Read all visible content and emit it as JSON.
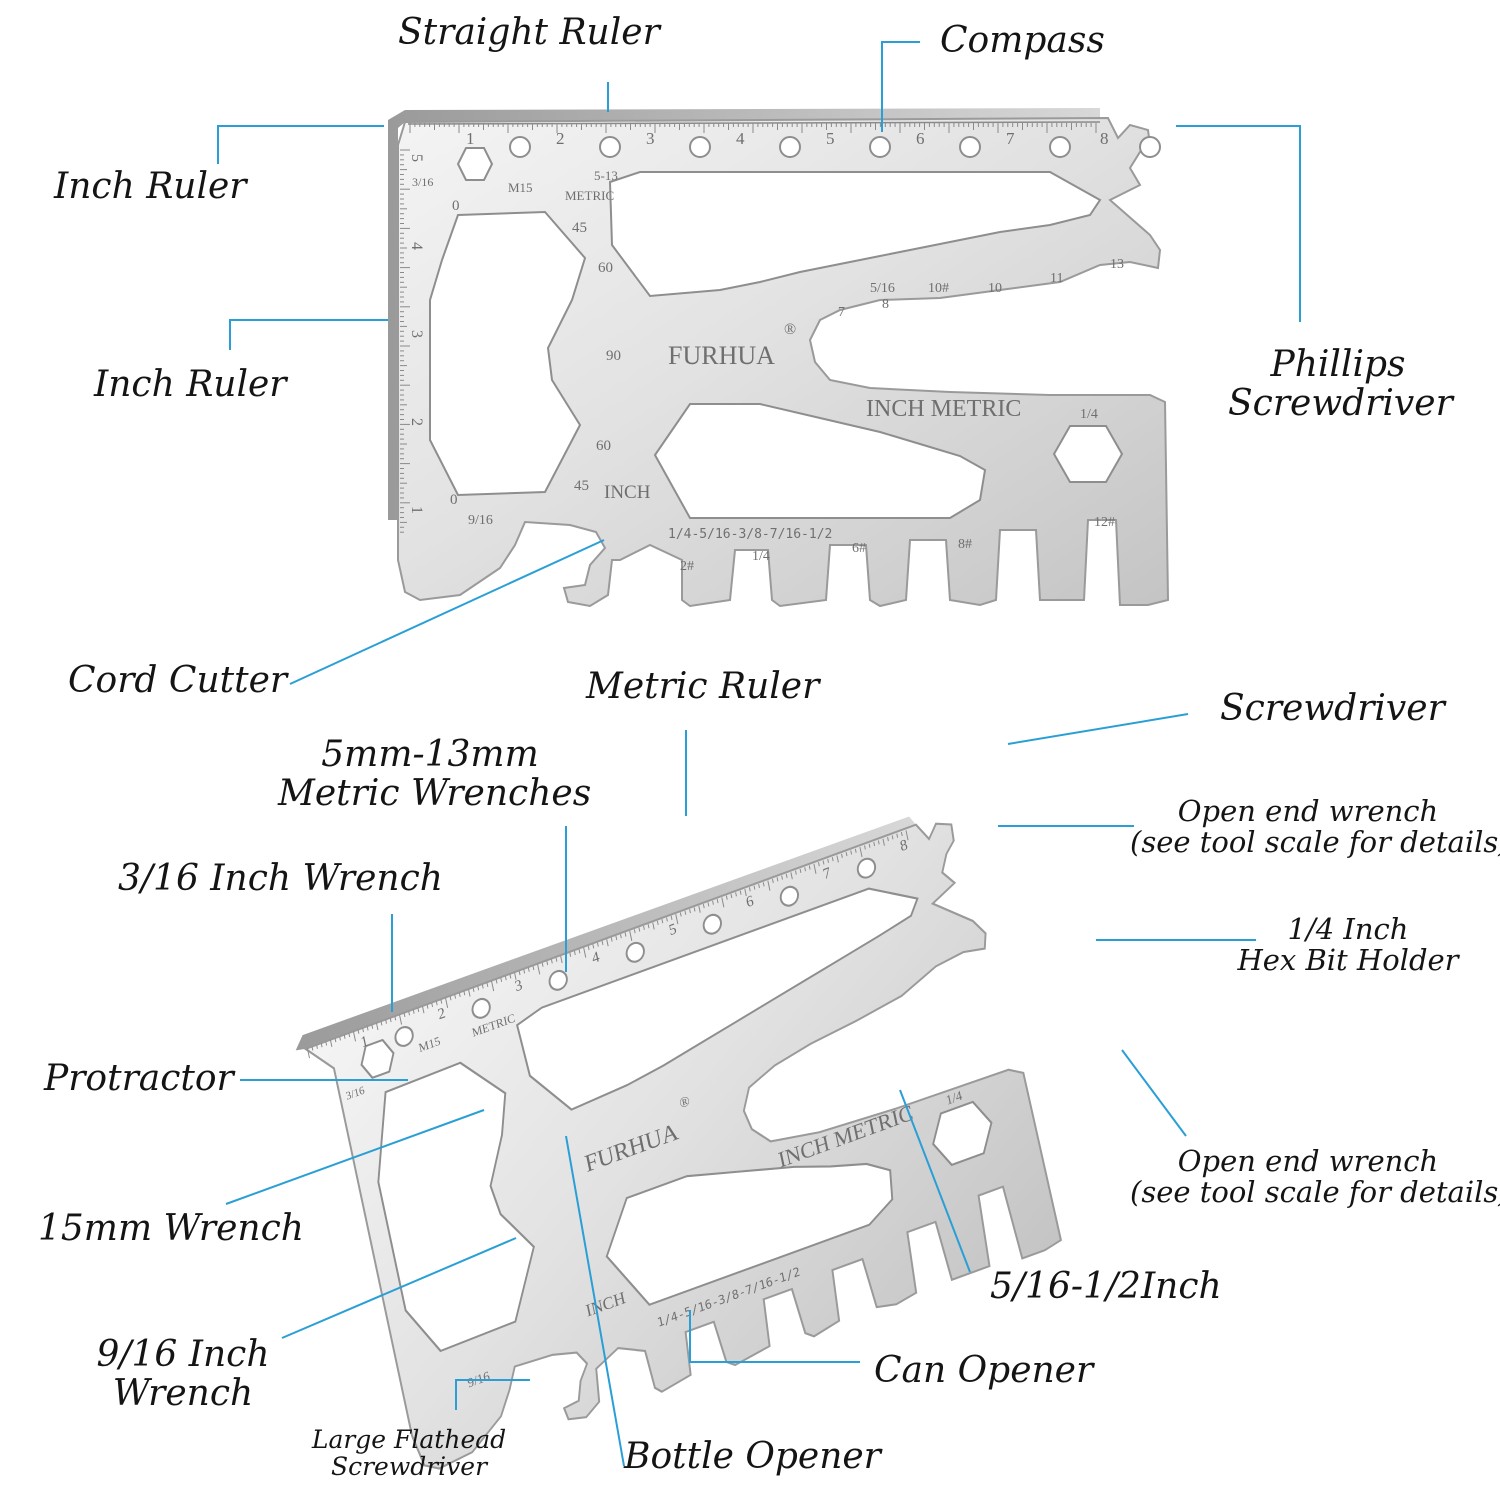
{
  "colors": {
    "leader": "#2a9fd6",
    "metal_light": "#eeeeee",
    "metal_mid": "#c9c9c9",
    "metal_dark": "#8c8c8c",
    "text": "#141414"
  },
  "card_engravings": {
    "brand": "FURHUA",
    "registered": "®",
    "inch_metric": "INCH METRIC",
    "inch": "INCH",
    "metric": "METRIC",
    "metric_range": "5-13",
    "m15": "M15",
    "sizes_row": "1/4-5/16-3/8-7/16-1/2",
    "quarter": "1/4",
    "three_sixteenths": "3/16",
    "nine_sixteenths": "9/16",
    "protractor_marks": [
      "0",
      "45",
      "60",
      "90",
      "60",
      "45",
      "0"
    ],
    "top_ruler_numbers": [
      "1",
      "2",
      "3",
      "4",
      "5",
      "6",
      "7",
      "8"
    ],
    "side_ruler_numbers": [
      "5",
      "4",
      "3",
      "2",
      "1"
    ],
    "wrench_numbers": [
      "5/16",
      "8",
      "7",
      "10#",
      "10",
      "11",
      "13"
    ],
    "slot_numbers": [
      "2#",
      "1/4",
      "6#",
      "8#",
      "12#"
    ]
  },
  "labels": {
    "straight_ruler": "Straight Ruler",
    "compass": "Compass",
    "inch_ruler_top": "Inch Ruler",
    "inch_ruler_side": "Inch Ruler",
    "phillips": [
      "Phillips",
      "Screwdriver"
    ],
    "cord_cutter": "Cord Cutter",
    "metric_ruler": "Metric Ruler",
    "screwdriver": "Screwdriver",
    "metric_wrenches": [
      "5mm-13mm",
      "Metric Wrenches"
    ],
    "open_end_1": [
      "Open end wrench",
      "(see tool scale for details)"
    ],
    "three_sixteenths_wrench": "3/16 Inch Wrench",
    "hex_bit_holder": [
      "1/4 Inch",
      "Hex Bit Holder"
    ],
    "protractor": "Protractor",
    "open_end_2": [
      "Open end wrench",
      "(see tool scale for details)"
    ],
    "fifteen_mm_wrench": "15mm Wrench",
    "five_sixteenths_half": "5/16-1/2Inch",
    "nine_sixteenths_wrench": [
      "9/16 Inch",
      "Wrench"
    ],
    "can_opener": "Can Opener",
    "large_flathead": [
      "Large Flathead",
      "Screwdriver"
    ],
    "bottle_opener": "Bottle Opener"
  }
}
